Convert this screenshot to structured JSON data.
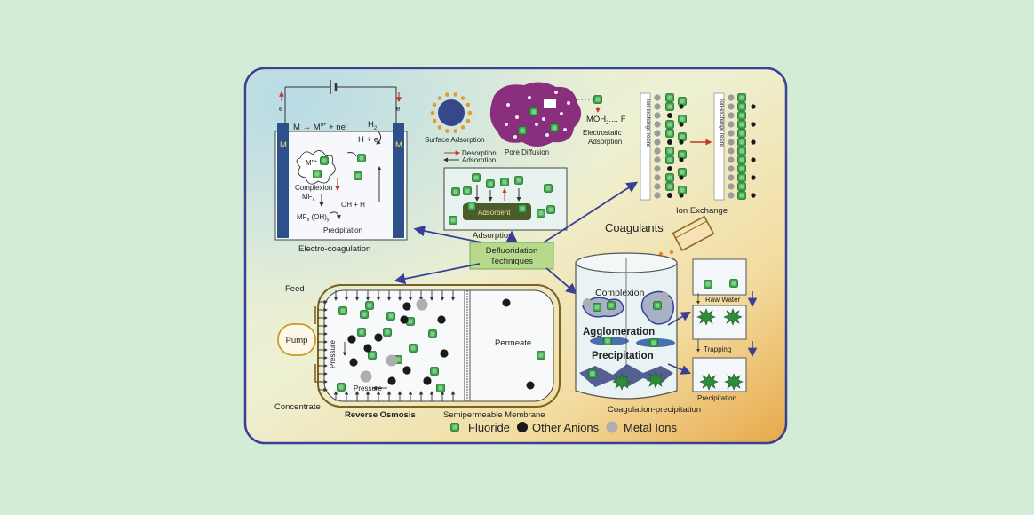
{
  "center": {
    "line1": "Defluoridation",
    "line2": "Techniques"
  },
  "electro": {
    "caption": "Electro-coagulation",
    "electrode_left": "M",
    "electrode_right": "M",
    "reaction": "M → M",
    "reaction_sup": "n+",
    "reaction_tail": " + ne",
    "reaction_e": "-",
    "h2": "H",
    "h2_sub": "2",
    "hplus": "H",
    "hplus_tail": " + e",
    "metal_ion": "M",
    "metal_ion_sup": "n+",
    "complexion": "Complexion",
    "mf": "MF",
    "mf_sub": "x",
    "ohh": "OH",
    "ohh_tail": " + H",
    "mfoh": "MF",
    "mfoh_mid": "x",
    "mfoh_tail": " (OH)",
    "mfoh_sub": "y",
    "precipitation": "Precipitation",
    "e_left": "e",
    "e_right": "e"
  },
  "adsorption": {
    "surface": "Surface Adsorption",
    "pore": "Pore Diffusion",
    "electro": "Electrostatic",
    "electro2": "Adsorption",
    "moh": "MOH",
    "moh_sub": "2",
    "moh_tail": "....  F",
    "desorption": "Desorption",
    "adsorption_arrow": "Adsorption",
    "adsorbent": "Adsorbent",
    "caption": "Adsorption"
  },
  "ion_exchange": {
    "caption": "Ion Exchange",
    "resin": "Ion-exchange resins"
  },
  "reverse_osmosis": {
    "feed": "Feed",
    "pump": "Pump",
    "concentrate": "Concentrate",
    "pressure_v": "Pressure",
    "pressure_h": "Pressure",
    "permeate": "Permeate",
    "caption": "Reverse Osmosis",
    "membrane": "Semipermeable Membrane"
  },
  "coagulation": {
    "coagulants": "Coagulants",
    "complexion": "Complexion",
    "agglomeration": "Agglomeration",
    "precipitation": "Precipitation",
    "raw_water": "Raw Water",
    "trapping": "Trapping",
    "precip_small": "Precipitation",
    "caption": "Coagulation-precipitation"
  },
  "legend": {
    "fluoride": "Fluoride",
    "anions": "Other Anions",
    "metal": "Metal Ions"
  },
  "colors": {
    "fluoride": "#3fa34d",
    "anion": "#1a1a1a",
    "metal": "#aeaeae",
    "frame": "#3b3f96",
    "arrow": "#3a3f95"
  }
}
